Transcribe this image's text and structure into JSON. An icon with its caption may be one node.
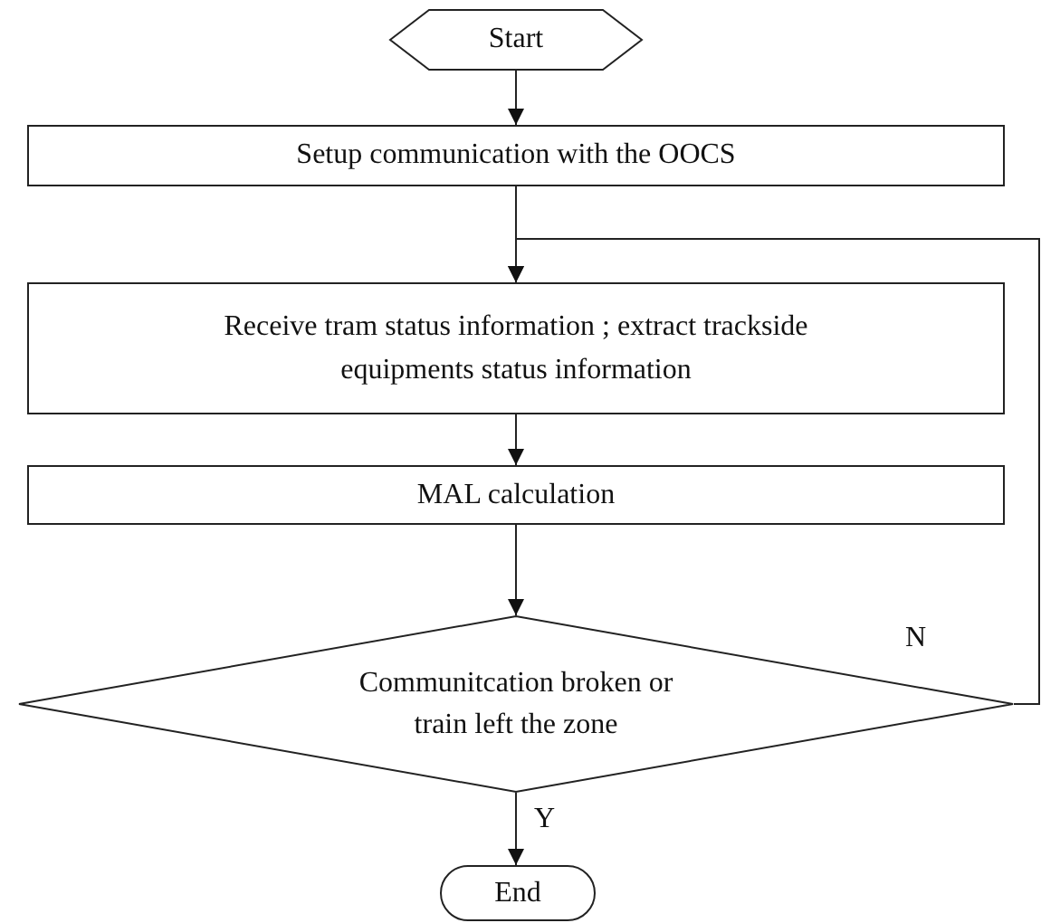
{
  "diagram": {
    "nodes": [
      {
        "text": [
          "Start"
        ]
      },
      {
        "text": [
          "Setup communication with the OOCS"
        ]
      },
      {
        "text": [
          "Receive tram status information ; extract trackside equipments status information"
        ]
      },
      {
        "text": [
          "MAL calculation"
        ]
      },
      {
        "text": [
          "Communitcation broken or train left the zone"
        ]
      },
      {
        "text": [
          "End"
        ]
      }
    ],
    "edges": [
      {
        "from": 0,
        "to": 1,
        "arrow": "to"
      },
      {
        "from": 1,
        "to": 2,
        "arrow": "to"
      },
      {
        "from": 2,
        "to": 3,
        "arrow": "to"
      },
      {
        "from": 3,
        "to": 4,
        "arrow": "to"
      },
      {
        "from": 4,
        "to": 5,
        "arrow": "to",
        "label": "Y"
      },
      {
        "from": 4,
        "to": 2,
        "arrow": "to",
        "label": "N"
      }
    ]
  }
}
